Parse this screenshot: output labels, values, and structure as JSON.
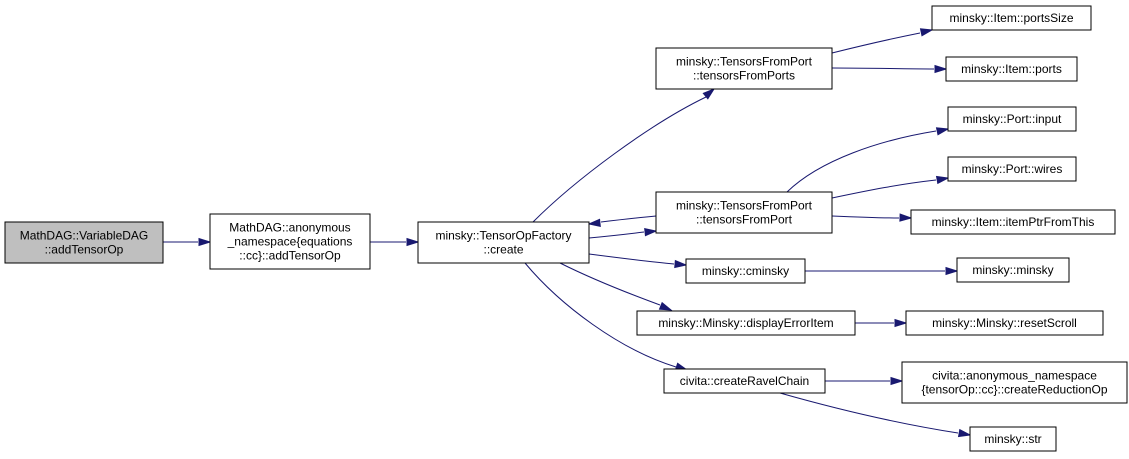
{
  "diagram": {
    "type": "call-graph",
    "colors": {
      "edge": "#191970",
      "node_fill": "#ffffff",
      "root_fill": "#bfbfbf",
      "border": "#000000"
    },
    "nodes": [
      {
        "id": "root",
        "lines": [
          "MathDAG::VariableDAG",
          "::addTensorOp"
        ],
        "highlighted": true
      },
      {
        "id": "anon",
        "lines": [
          "MathDAG::anonymous",
          "_namespace{equations",
          "::cc}::addTensorOp"
        ]
      },
      {
        "id": "create",
        "lines": [
          "minsky::TensorOpFactory",
          "::create"
        ]
      },
      {
        "id": "tfps",
        "lines": [
          "minsky::TensorsFromPort",
          "::tensorsFromPorts"
        ]
      },
      {
        "id": "tfp",
        "lines": [
          "minsky::TensorsFromPort",
          "::tensorsFromPort"
        ]
      },
      {
        "id": "cminsky",
        "lines": [
          "minsky::cminsky"
        ]
      },
      {
        "id": "disperr",
        "lines": [
          "minsky::Minsky::displayErrorItem"
        ]
      },
      {
        "id": "ravel",
        "lines": [
          "civita::createRavelChain"
        ]
      },
      {
        "id": "portssize",
        "lines": [
          "minsky::Item::portsSize"
        ]
      },
      {
        "id": "ports",
        "lines": [
          "minsky::Item::ports"
        ]
      },
      {
        "id": "input",
        "lines": [
          "minsky::Port::input"
        ]
      },
      {
        "id": "wires",
        "lines": [
          "minsky::Port::wires"
        ]
      },
      {
        "id": "itemptr",
        "lines": [
          "minsky::Item::itemPtrFromThis"
        ]
      },
      {
        "id": "minsky",
        "lines": [
          "minsky::minsky"
        ]
      },
      {
        "id": "resetscroll",
        "lines": [
          "minsky::Minsky::resetScroll"
        ]
      },
      {
        "id": "reduction",
        "lines": [
          "civita::anonymous_namespace",
          "{tensorOp::cc}::createReductionOp"
        ]
      },
      {
        "id": "str",
        "lines": [
          "minsky::str"
        ]
      }
    ],
    "edges": [
      {
        "from": "root",
        "to": "anon"
      },
      {
        "from": "anon",
        "to": "create"
      },
      {
        "from": "create",
        "to": "tfps"
      },
      {
        "from": "create",
        "to": "tfp"
      },
      {
        "from": "tfp",
        "to": "create"
      },
      {
        "from": "create",
        "to": "cminsky"
      },
      {
        "from": "create",
        "to": "disperr"
      },
      {
        "from": "create",
        "to": "ravel"
      },
      {
        "from": "tfps",
        "to": "portssize"
      },
      {
        "from": "tfps",
        "to": "ports"
      },
      {
        "from": "tfp",
        "to": "input"
      },
      {
        "from": "tfp",
        "to": "wires"
      },
      {
        "from": "tfp",
        "to": "itemptr"
      },
      {
        "from": "cminsky",
        "to": "minsky"
      },
      {
        "from": "disperr",
        "to": "resetscroll"
      },
      {
        "from": "ravel",
        "to": "reduction"
      },
      {
        "from": "ravel",
        "to": "str"
      }
    ]
  }
}
